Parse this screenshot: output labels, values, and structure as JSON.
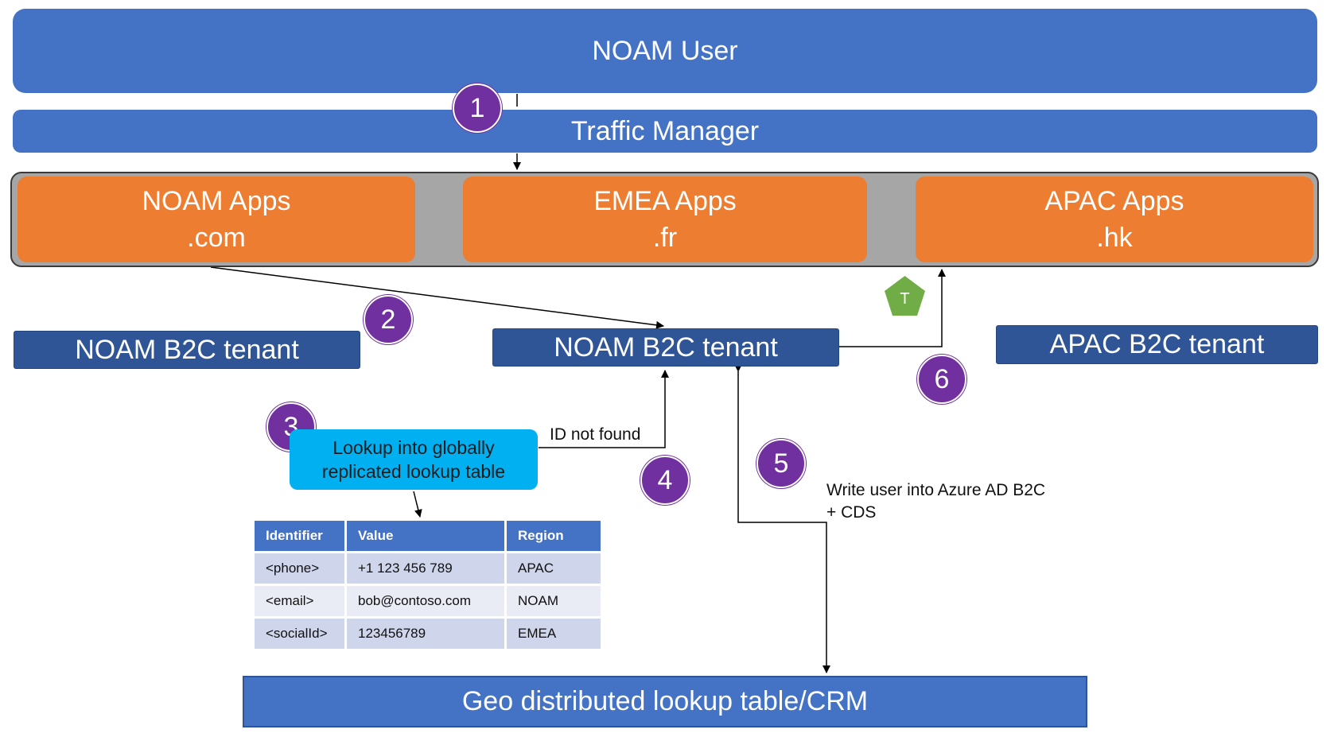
{
  "boxes": {
    "noam_user": "NOAM User",
    "traffic_manager": "Traffic Manager",
    "apps": [
      {
        "name": "NOAM Apps",
        "domain": ".com"
      },
      {
        "name": "EMEA Apps",
        "domain": ".fr"
      },
      {
        "name": "APAC Apps",
        "domain": ".hk"
      }
    ],
    "tenant_left": "NOAM B2C tenant",
    "tenant_center": "NOAM B2C tenant",
    "tenant_right": "APAC B2C tenant",
    "geo_table": "Geo distributed lookup table/CRM",
    "lookup_line1": "Lookup into globally",
    "lookup_line2": "replicated lookup table"
  },
  "steps": [
    "1",
    "2",
    "3",
    "4",
    "5",
    "6"
  ],
  "labels": {
    "id_not_found": "ID not found",
    "write_user_line1": "Write user into Azure AD B2C",
    "write_user_line2": "+ CDS",
    "pentagon": "T"
  },
  "table": {
    "headers": [
      "Identifier",
      "Value",
      "Region"
    ],
    "rows": [
      [
        "<phone>",
        "+1 123 456 789",
        "APAC"
      ],
      [
        "<email>",
        "bob@contoso.com",
        "NOAM"
      ],
      [
        "<socialId>",
        "123456789",
        "EMEA"
      ]
    ]
  },
  "colors": {
    "primary_blue": "#4472c4",
    "dark_blue": "#2f5597",
    "orange": "#ed7d31",
    "purple": "#7030a0",
    "cyan": "#00b0f0",
    "green": "#70ad47",
    "grey": "#a6a6a6"
  }
}
